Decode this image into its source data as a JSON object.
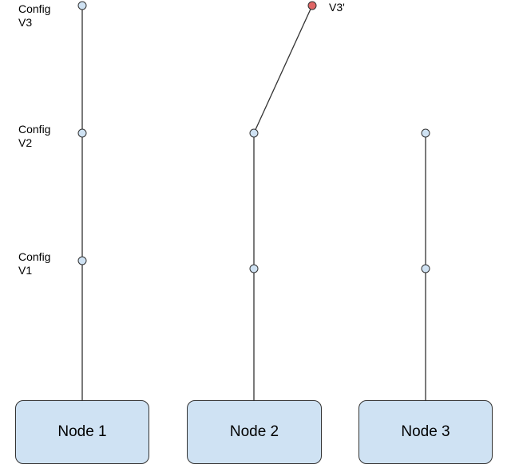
{
  "colors": {
    "line": "#333333",
    "dot_fill": "#cfe2f3",
    "dot_stroke": "#333333",
    "highlight_fill": "#e06666",
    "highlight_stroke": "#333333",
    "node_fill": "#cfe2f3",
    "node_border": "#333333",
    "text": "#000000"
  },
  "labels": {
    "config_v3": [
      "Config",
      "V3"
    ],
    "config_v2": [
      "Config",
      "V2"
    ],
    "config_v1": [
      "Config",
      "V1"
    ],
    "branch": "V3'"
  },
  "nodes": [
    {
      "id": "node1",
      "label": "Node 1"
    },
    {
      "id": "node2",
      "label": "Node 2"
    },
    {
      "id": "node3",
      "label": "Node 3"
    }
  ]
}
